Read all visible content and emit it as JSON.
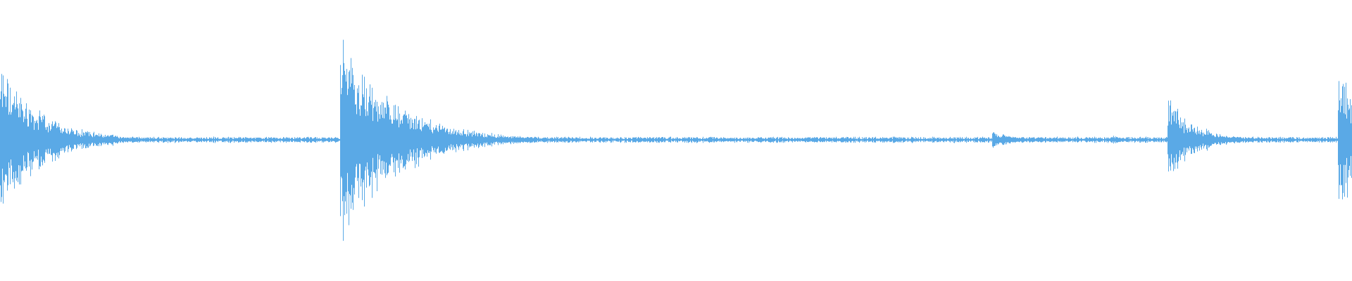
{
  "waveform": {
    "color": "#5aa9e6",
    "background": "#ffffff",
    "transients": [
      {
        "time_fraction": 0.0,
        "peak_amplitude": 0.75,
        "decay": 0.03
      },
      {
        "time_fraction": 0.04,
        "peak_amplitude": 0.18,
        "decay": 0.01
      },
      {
        "time_fraction": 0.083,
        "peak_amplitude": 0.07,
        "decay": 0.006
      },
      {
        "time_fraction": 0.253,
        "peak_amplitude": 1.0,
        "decay": 0.04
      },
      {
        "time_fraction": 0.735,
        "peak_amplitude": 0.1,
        "decay": 0.012
      },
      {
        "time_fraction": 0.823,
        "peak_amplitude": 0.05,
        "decay": 0.008
      },
      {
        "time_fraction": 0.865,
        "peak_amplitude": 0.4,
        "decay": 0.02
      },
      {
        "time_fraction": 0.991,
        "peak_amplitude": 0.72,
        "decay": 0.02
      }
    ],
    "noise_floor_amplitude": 0.025
  }
}
